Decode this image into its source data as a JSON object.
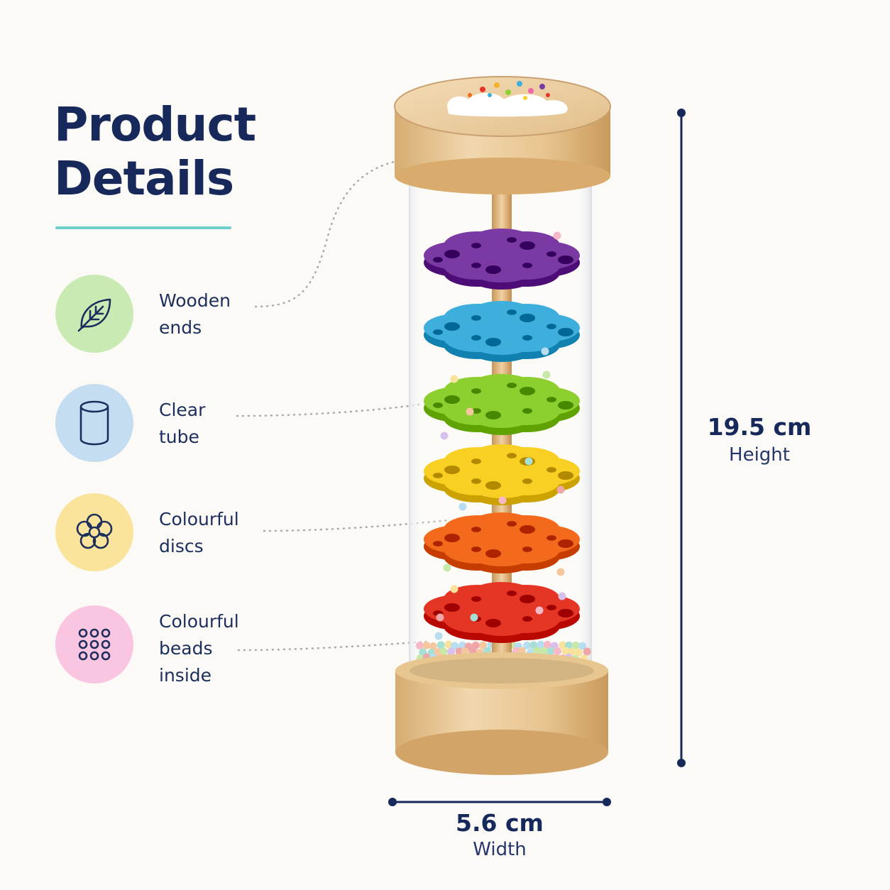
{
  "title": {
    "line1": "Product",
    "line2": "Details"
  },
  "features": [
    {
      "icon": "leaf-icon",
      "color": "#c9ebb3",
      "lines": [
        "Wooden",
        "ends"
      ]
    },
    {
      "icon": "cylinder-icon",
      "color": "#c5ddf0",
      "lines": [
        "Clear",
        "tube"
      ]
    },
    {
      "icon": "flower-icon",
      "color": "#fae39a",
      "lines": [
        "Colourful",
        "discs"
      ]
    },
    {
      "icon": "beads-grid-icon",
      "color": "#f9c5e0",
      "lines": [
        "Colourful",
        "beads",
        "inside"
      ]
    }
  ],
  "dimensions": {
    "height": {
      "value": "19.5 cm",
      "label": "Height"
    },
    "width": {
      "value": "5.6 cm",
      "label": "Width"
    }
  },
  "colors": {
    "navy": "#17295a",
    "accent": "#6fcfc9",
    "wood": "#e8c89a",
    "disc_purple": "#7b3aa3",
    "disc_blue": "#3eaedc",
    "disc_green": "#8ccf2e",
    "disc_yellow": "#f8cf22",
    "disc_orange": "#f46a1c",
    "disc_red": "#e53524"
  }
}
